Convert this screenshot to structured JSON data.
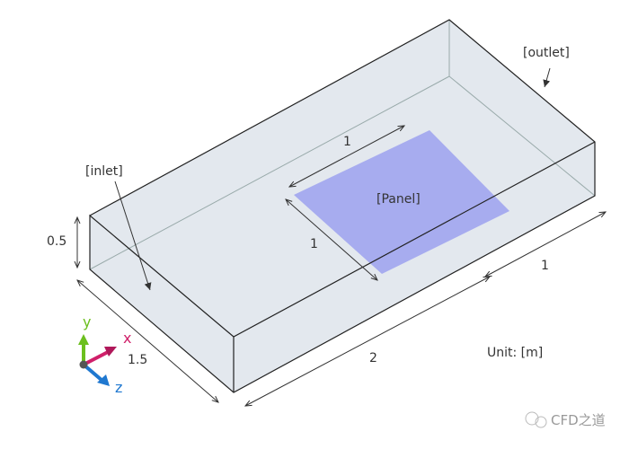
{
  "labels": {
    "inlet": "[inlet]",
    "outlet": "[outlet]",
    "panel": "[Panel]",
    "unit": "Unit: [m]"
  },
  "dimensions": {
    "height": "0.5",
    "depth": "1.5",
    "length": "2",
    "width": "1",
    "panel_length": "1",
    "panel_width": "1"
  },
  "axes": {
    "x": "x",
    "y": "y",
    "z": "z"
  },
  "watermark": "CFD之道",
  "colors": {
    "box_fill": "#e3e8ee",
    "panel_fill": "#a7acef",
    "x_axis": "#d0206a",
    "y_axis": "#6cbf1e",
    "z_axis": "#1f78d0"
  }
}
